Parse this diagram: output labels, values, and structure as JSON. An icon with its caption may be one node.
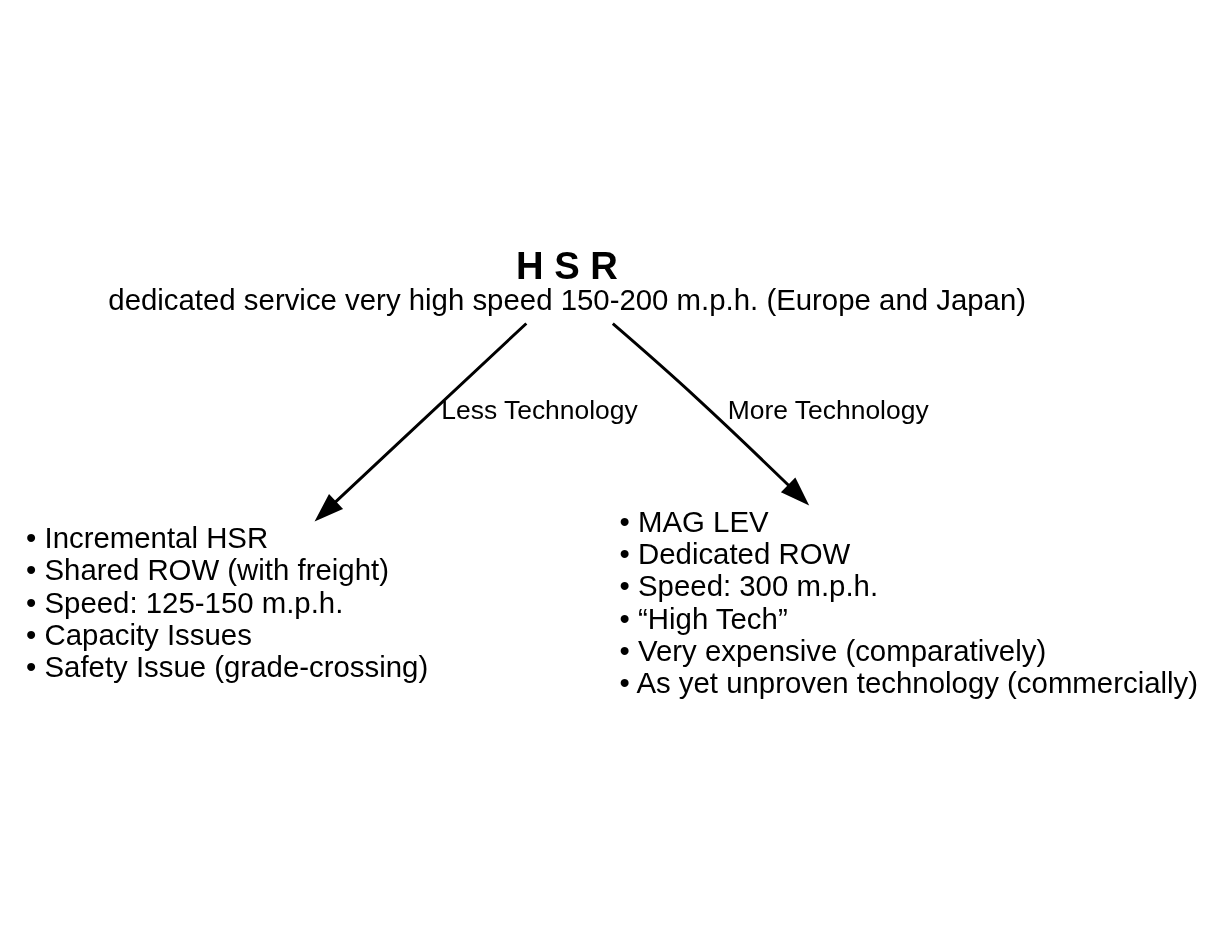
{
  "diagram": {
    "nodes": [
      {
        "text": [
          "H S R",
          "dedicated service very high speed 150-200 m.p.h. (Europe and Japan)"
        ]
      },
      {
        "text": [
          "• Incremental HSR",
          "• Shared ROW (with freight)",
          "• Speed: 125-150 m.p.h.",
          "• Capacity Issues",
          "• Safety Issue (grade-crossing)"
        ]
      },
      {
        "text": [
          "• MAG LEV",
          "• Dedicated ROW",
          "• Speed: 300 m.p.h.",
          "• “High Tech”",
          "• Very expensive (comparatively)",
          "• As yet unproven technology (commercially)"
        ]
      }
    ],
    "edges": [
      {
        "from": 0,
        "to": 1,
        "arrow": "to",
        "label": "Less Technology"
      },
      {
        "from": 0,
        "to": 2,
        "arrow": "to",
        "label": "More Technology"
      }
    ]
  }
}
